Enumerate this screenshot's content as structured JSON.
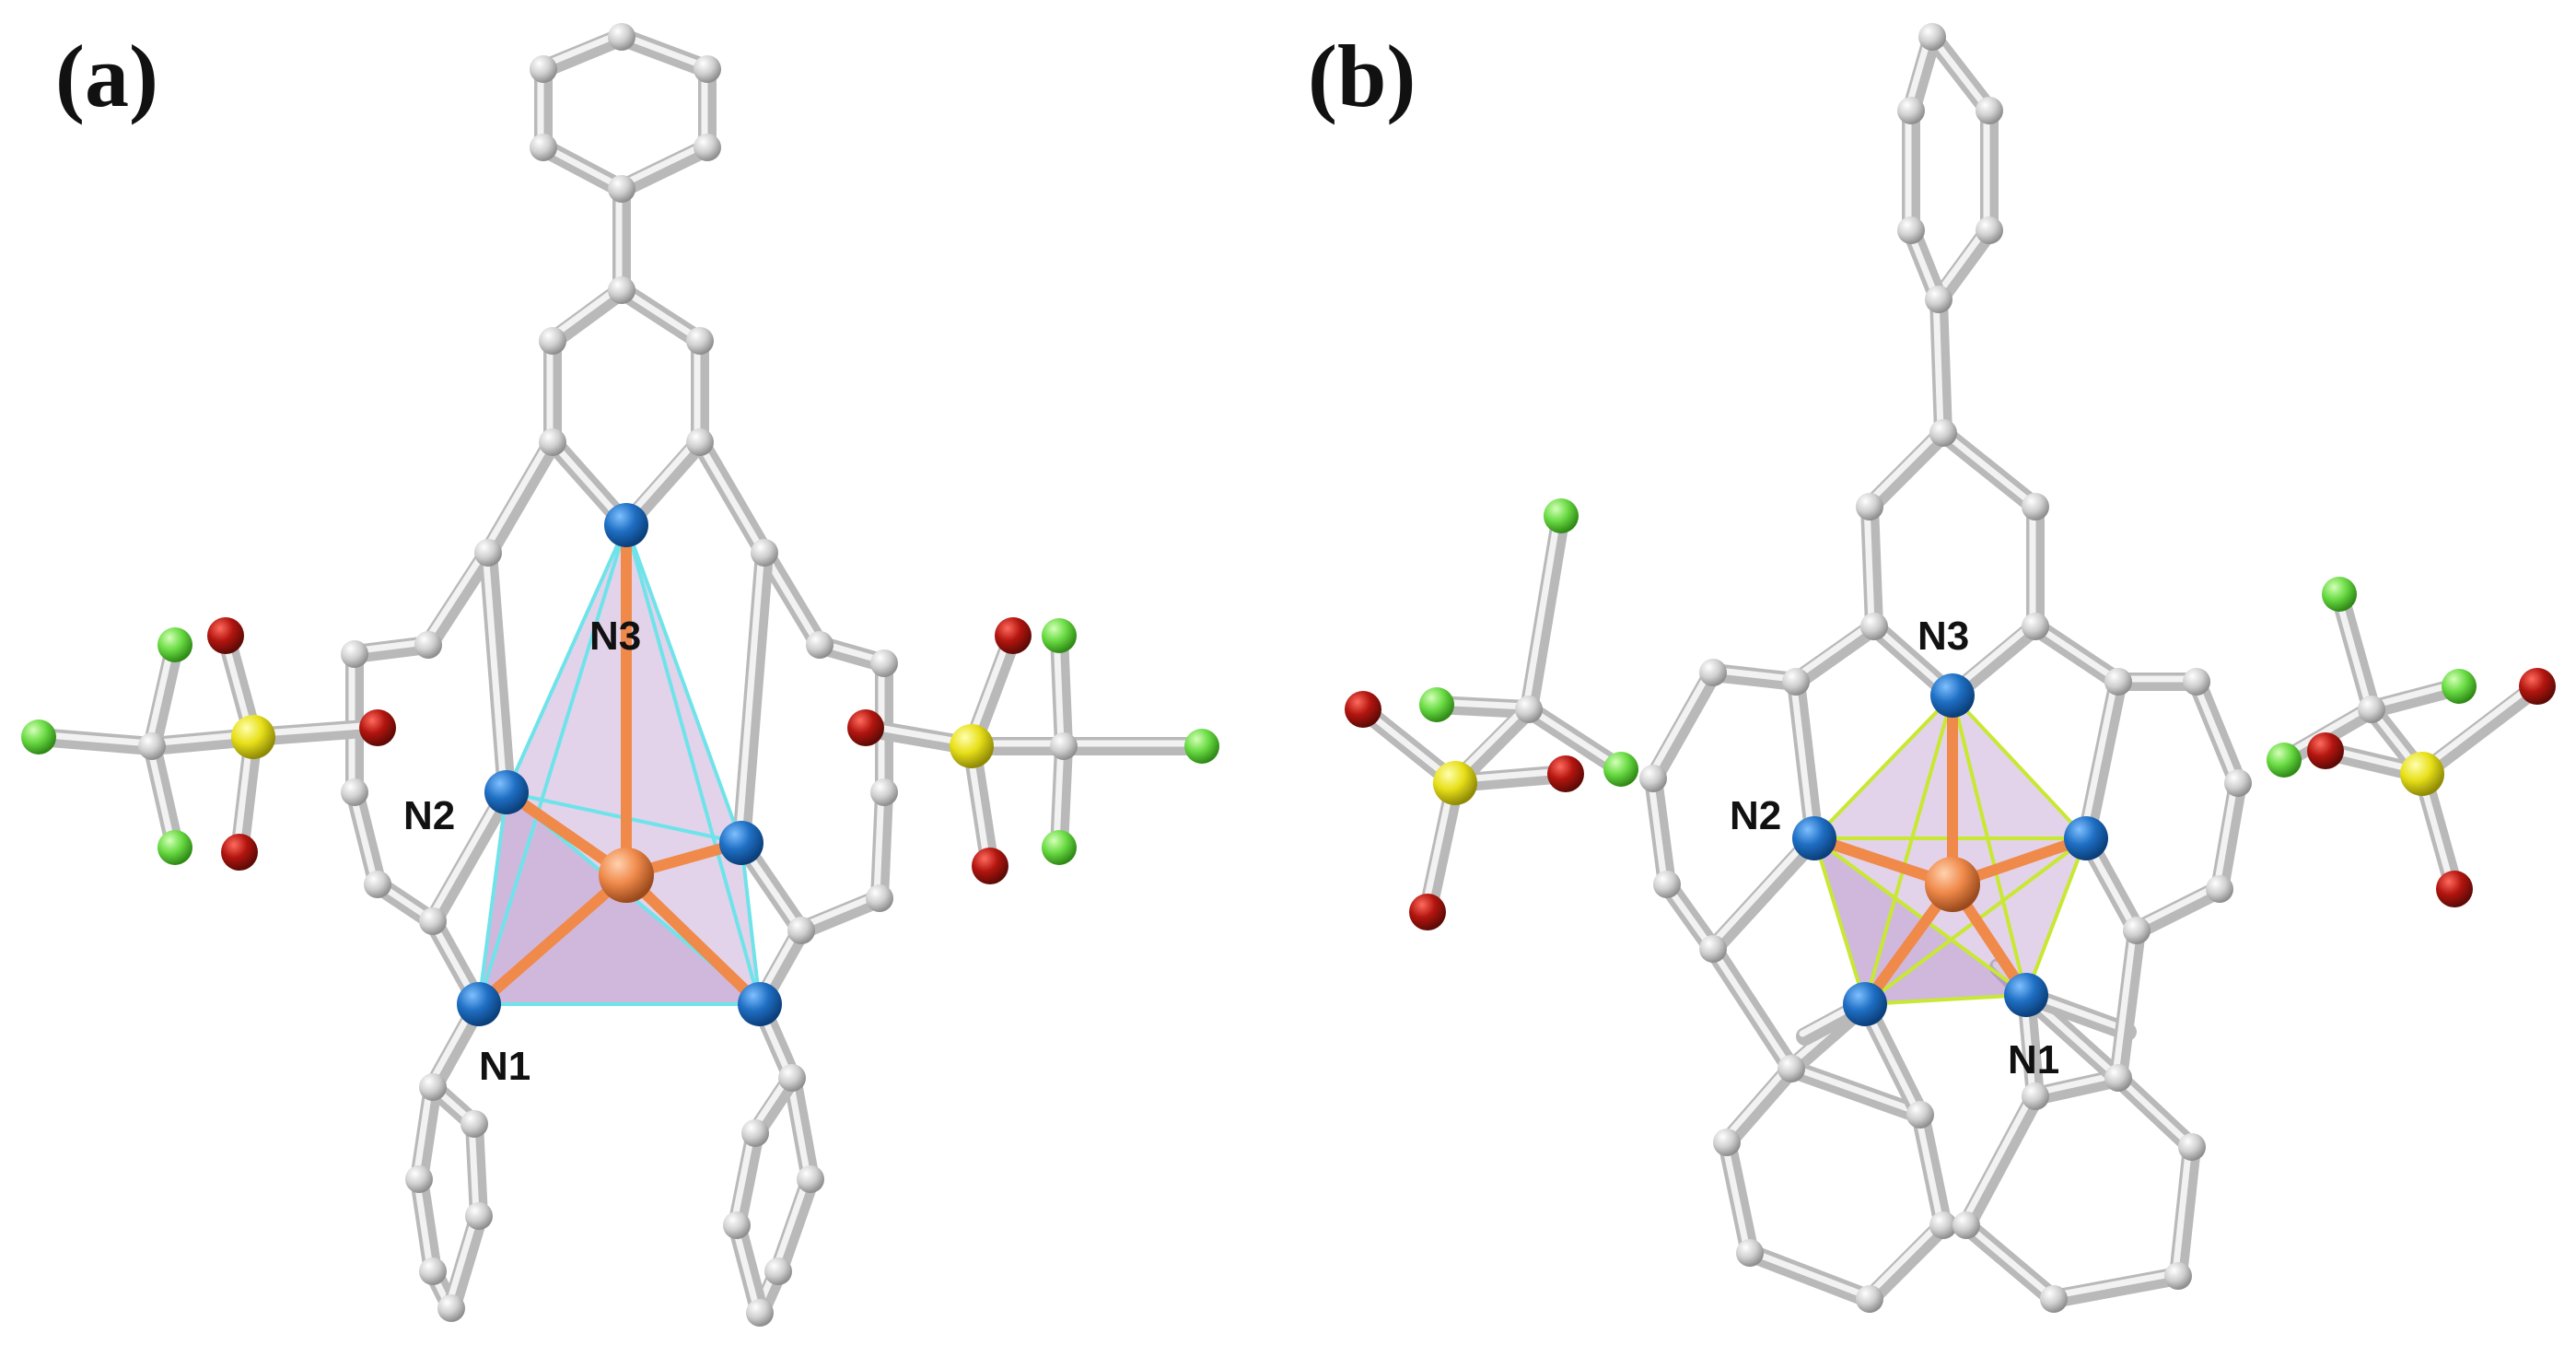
{
  "panels": {
    "a": {
      "label": "(a)",
      "atoms": {
        "n1": "N1",
        "n2": "N2",
        "n3": "N3"
      }
    },
    "b": {
      "label": "(b)",
      "atoms": {
        "n1": "N1",
        "n2": "N2",
        "n3": "N3"
      }
    }
  },
  "colors": {
    "carbon": "#c8c8c8",
    "nitrogen": "#1f6fc4",
    "oxygen": "#b3150f",
    "sulfur": "#e8e01a",
    "fluorine": "#6bdc45",
    "metal": "#f08a4b",
    "polyhedron_fill": "#b48cc8",
    "polyhedron_edge_a": "#6fe3ea",
    "polyhedron_edge_b": "#c8e832",
    "metal_bond": "#f08a4b"
  }
}
